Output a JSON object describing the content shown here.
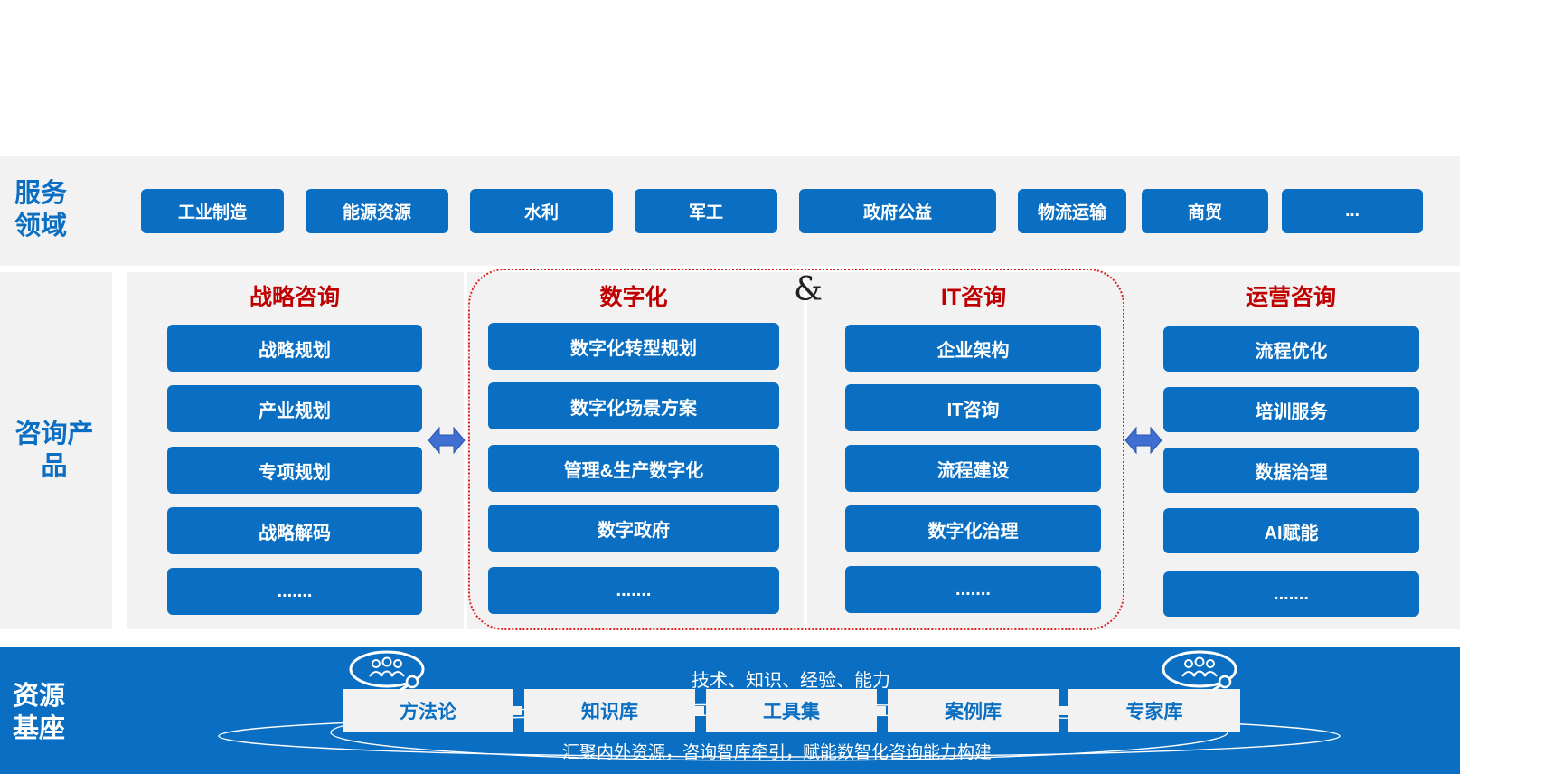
{
  "service": {
    "label_line1": "服务",
    "label_line2": "领域",
    "items": [
      "工业制造",
      "能源资源",
      "水利",
      "军工",
      "政府公益",
      "物流运输",
      "商贸",
      "..."
    ]
  },
  "consult": {
    "label_line1": "咨询产",
    "label_line2": "品",
    "ampersand": "&",
    "columns": [
      {
        "title": "战略咨询",
        "items": [
          "战略规划",
          "产业规划",
          "专项规划",
          "战略解码",
          "......."
        ]
      },
      {
        "title": "数字化",
        "items": [
          "数字化转型规划",
          "数字化场景方案",
          "管理&生产数字化",
          "数字政府",
          "......."
        ]
      },
      {
        "title": "IT咨询",
        "items": [
          "企业架构",
          "IT咨询",
          "流程建设",
          "数字化治理",
          "......."
        ]
      },
      {
        "title": "运营咨询",
        "items": [
          "流程优化",
          "培训服务",
          "数据治理",
          "AI赋能",
          "......."
        ]
      }
    ]
  },
  "resource": {
    "label_line1": "资源",
    "label_line2": "基座",
    "top_text": "技术、知识、经验、能力",
    "bottom_text": "汇聚内外资源，咨询智库牵引，赋能数智化咨询能力构建",
    "items": [
      "方法论",
      "知识库",
      "工具集",
      "案例库",
      "专家库"
    ]
  },
  "colors": {
    "primary": "#0a6fc2",
    "accent": "#c00000",
    "panel": "#f2f2f2"
  }
}
